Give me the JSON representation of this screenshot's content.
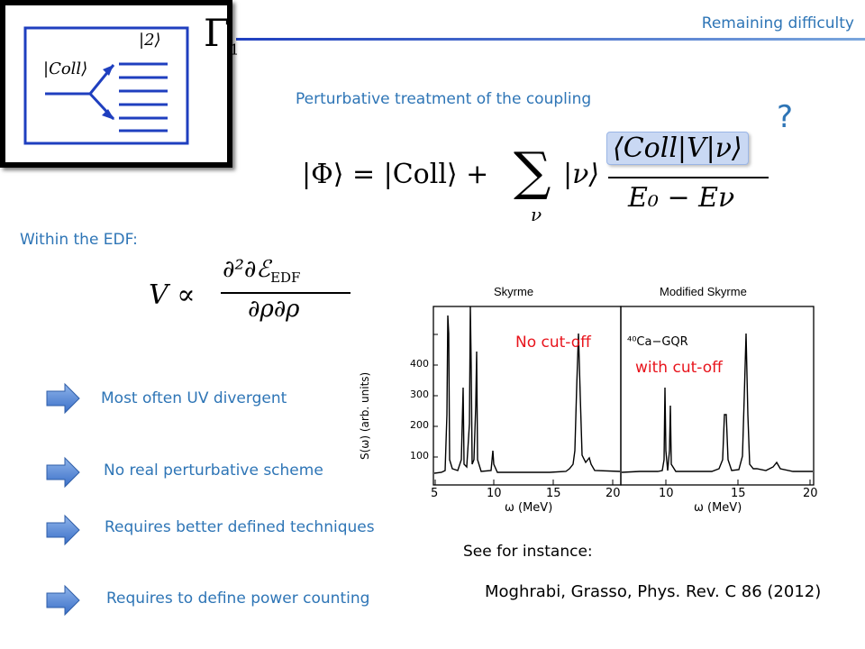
{
  "header": {
    "title": "Remaining difficulty",
    "gamma_label": "Γ",
    "gamma_subscript": "1"
  },
  "inset": {
    "coll_label": "|Coll⟩",
    "state_label": "|2⟩"
  },
  "section1": {
    "heading": "Perturbative treatment of the coupling",
    "question_mark": "?",
    "equation": {
      "lhs": "|Φ⟩ = |Coll⟩ +",
      "sum_symbol": "∑",
      "sum_index": "ν",
      "ket": "|ν⟩",
      "numerator": "⟨Coll|V|ν⟩",
      "denominator": "E₀ − Eν"
    }
  },
  "section2": {
    "heading": "Within the EDF:",
    "equation": {
      "lhs": "V ∝",
      "numerator": "∂²∂ℰ",
      "numerator_sub": "EDF",
      "denominator": "∂ρ∂ρ"
    }
  },
  "bullets": [
    "Most often UV divergent",
    "No real perturbative scheme",
    "Requires better defined techniques",
    "Requires to define power counting"
  ],
  "figure": {
    "left_panel_title": "Skyrme",
    "right_panel_title": "Modified Skyrme",
    "ylabel": "S(ω)  (arb. units)",
    "xlabel": "ω (MeV)",
    "nucleus_label": "⁴⁰Ca−GQR",
    "annotation_left": "No cut-off",
    "annotation_right": "with cut-off",
    "left_x_ticks": [
      "5",
      "10",
      "15",
      "20"
    ],
    "right_x_ticks": [
      "10",
      "15",
      "20"
    ],
    "y_ticks": [
      "100",
      "200",
      "300",
      "400"
    ]
  },
  "reference": {
    "intro": "See for instance:",
    "citation": "Moghrabi, Grasso, Phys. Rev. C 86 (2012)"
  },
  "colors": {
    "accent": "#2e75b6",
    "annotation": "#e8141c",
    "inset_stroke": "#1f3fbf",
    "equation_highlight": "#c9d8f3"
  }
}
